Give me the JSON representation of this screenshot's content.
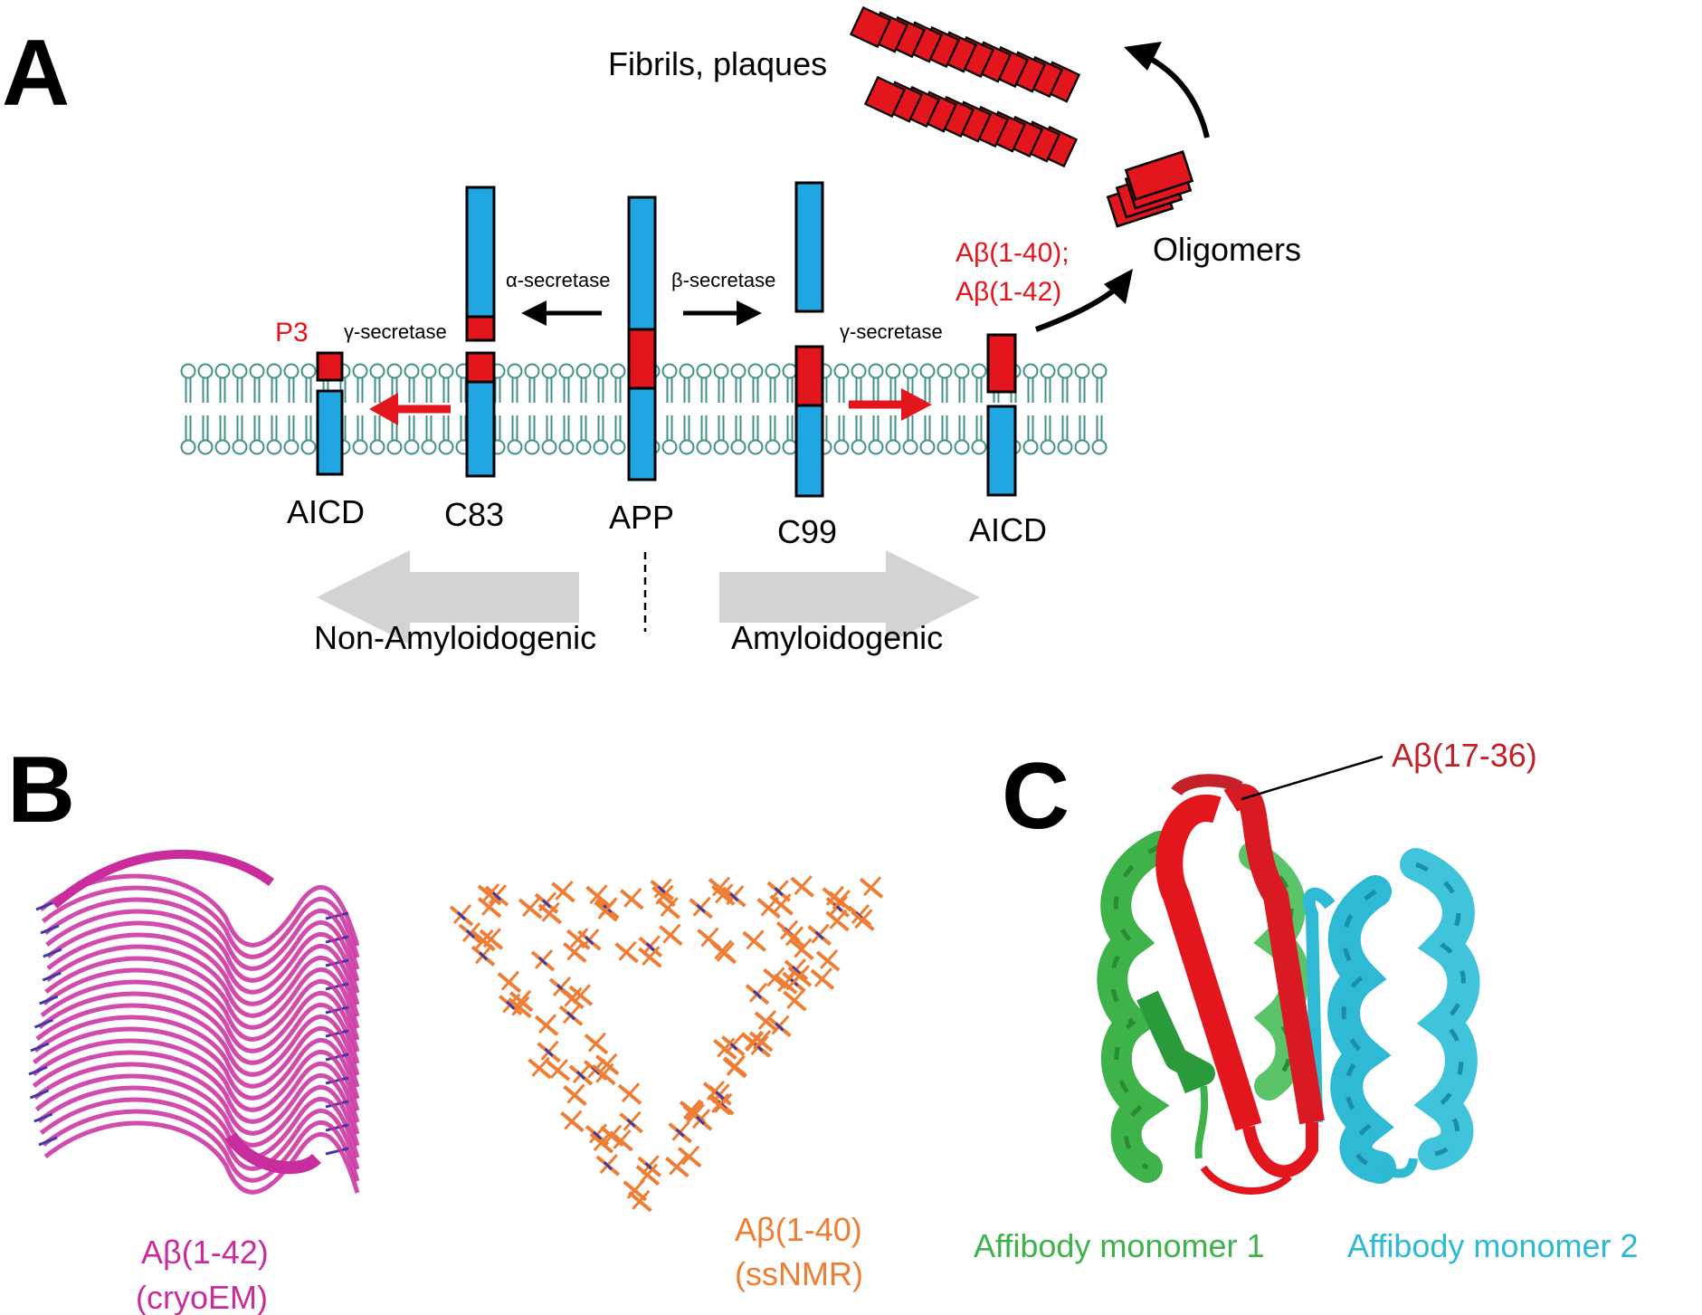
{
  "panels": {
    "a": {
      "letter": "A",
      "fibrils_label": "Fibrils, plaques",
      "oligomers_label": "Oligomers",
      "abeta_line1": "Aβ(1-40);",
      "abeta_line2": "Aβ(1-42)",
      "p3_label": "P3",
      "alpha_secretase": "α-secretase",
      "beta_secretase": "β-secretase",
      "gamma_secretase_left": "γ-secretase",
      "gamma_secretase_right": "γ-secretase",
      "aicd_left": "AICD",
      "c83": "C83",
      "app": "APP",
      "c99": "C99",
      "aicd_right": "AICD",
      "pathway_left": "Non-Amyloidogenic",
      "pathway_right": "Amyloidogenic"
    },
    "b": {
      "letter": "B",
      "left_line1": "Aβ(1-42)",
      "left_line2": "(cryoEM)",
      "right_line1": "Aβ(1-40)",
      "right_line2": "(ssNMR)"
    },
    "c": {
      "letter": "C",
      "segment_label": "Aβ(17-36)",
      "monomer1": "Affibody monomer 1",
      "monomer2": "Affibody monomer 2"
    }
  },
  "colors": {
    "blue": "#1fa6e3",
    "red": "#e3151d",
    "membrane": "#3f9188",
    "gray_arrow": "#d2d3d5",
    "magenta": "#c92c9d",
    "orange": "#ef7d34",
    "green": "#3db34a",
    "cyan": "#2eb9d4",
    "dark_red": "#c4202a"
  }
}
